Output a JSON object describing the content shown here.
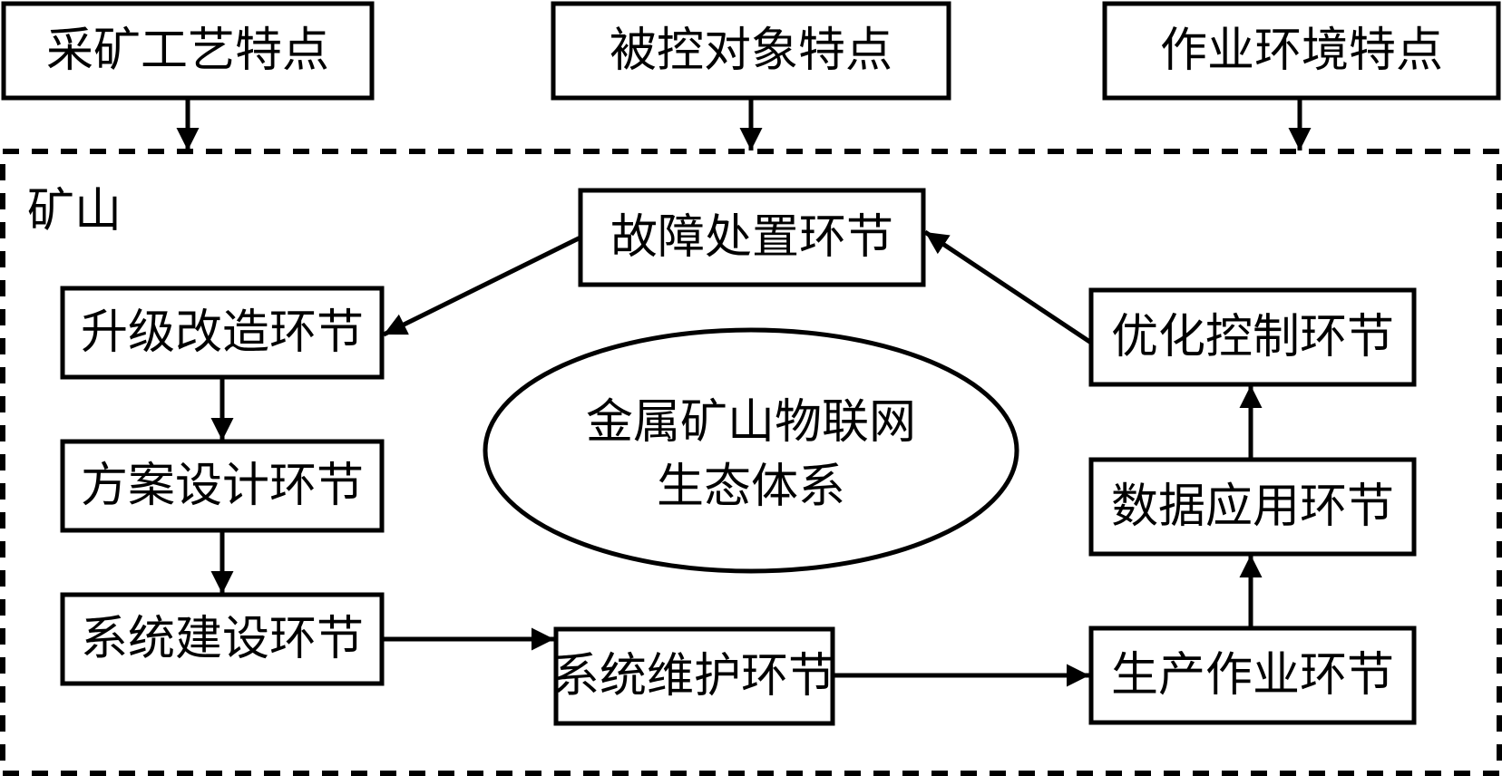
{
  "diagram": {
    "factors": [
      {
        "id": "mining-process",
        "label": "采矿工艺特点"
      },
      {
        "id": "controlled-object",
        "label": "被控对象特点"
      },
      {
        "id": "work-environment",
        "label": "作业环境特点"
      }
    ],
    "region_label": "矿山",
    "center": {
      "line1": "金属矿山物联网",
      "line2": "生态体系"
    },
    "stages": [
      {
        "id": "fault-handling",
        "label": "故障处置环节"
      },
      {
        "id": "upgrade",
        "label": "升级改造环节"
      },
      {
        "id": "scheme-design",
        "label": "方案设计环节"
      },
      {
        "id": "system-construction",
        "label": "系统建设环节"
      },
      {
        "id": "system-maintenance",
        "label": "系统维护环节"
      },
      {
        "id": "production-operation",
        "label": "生产作业环节"
      },
      {
        "id": "data-application",
        "label": "数据应用环节"
      },
      {
        "id": "optimization-control",
        "label": "优化控制环节"
      }
    ],
    "edges": [
      {
        "from": "mining-process",
        "to": "region"
      },
      {
        "from": "controlled-object",
        "to": "region"
      },
      {
        "from": "work-environment",
        "to": "region"
      },
      {
        "from": "fault-handling",
        "to": "upgrade"
      },
      {
        "from": "upgrade",
        "to": "scheme-design"
      },
      {
        "from": "scheme-design",
        "to": "system-construction"
      },
      {
        "from": "system-construction",
        "to": "system-maintenance"
      },
      {
        "from": "system-maintenance",
        "to": "production-operation"
      },
      {
        "from": "production-operation",
        "to": "data-application"
      },
      {
        "from": "data-application",
        "to": "optimization-control"
      },
      {
        "from": "optimization-control",
        "to": "fault-handling"
      }
    ]
  }
}
